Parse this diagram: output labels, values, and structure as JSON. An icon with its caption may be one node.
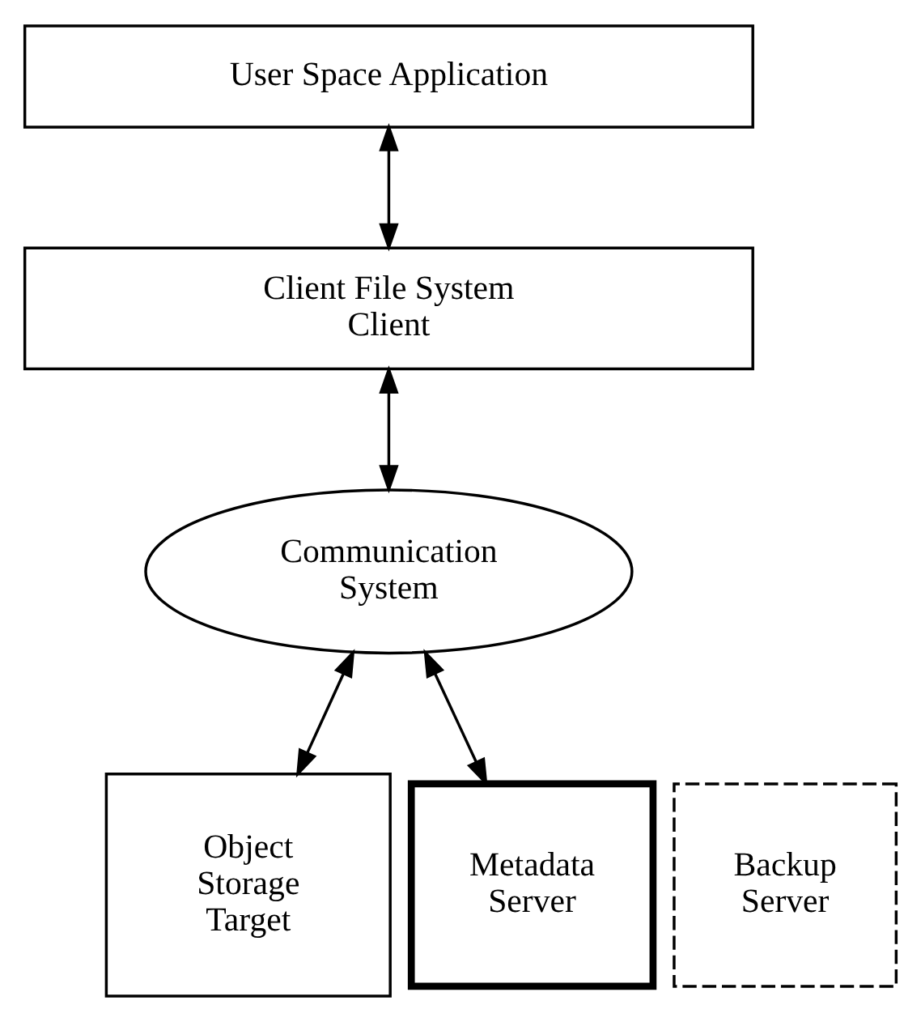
{
  "diagram": {
    "nodes": [
      {
        "text": [
          "User Space Application"
        ]
      },
      {
        "text": [
          "Client File System",
          "Client"
        ]
      },
      {
        "text": [
          "Communication System"
        ]
      },
      {
        "text": [
          "Object Storage Target"
        ]
      },
      {
        "text": [
          "Metadata Server"
        ]
      },
      {
        "text": [
          "Backup Server"
        ]
      }
    ],
    "edges": [
      {
        "from": 0,
        "to": 1,
        "arrow": "both"
      },
      {
        "from": 1,
        "to": 2,
        "arrow": "both"
      },
      {
        "from": 2,
        "to": 3,
        "arrow": "both"
      },
      {
        "from": 2,
        "to": 4,
        "arrow": "both"
      }
    ]
  }
}
